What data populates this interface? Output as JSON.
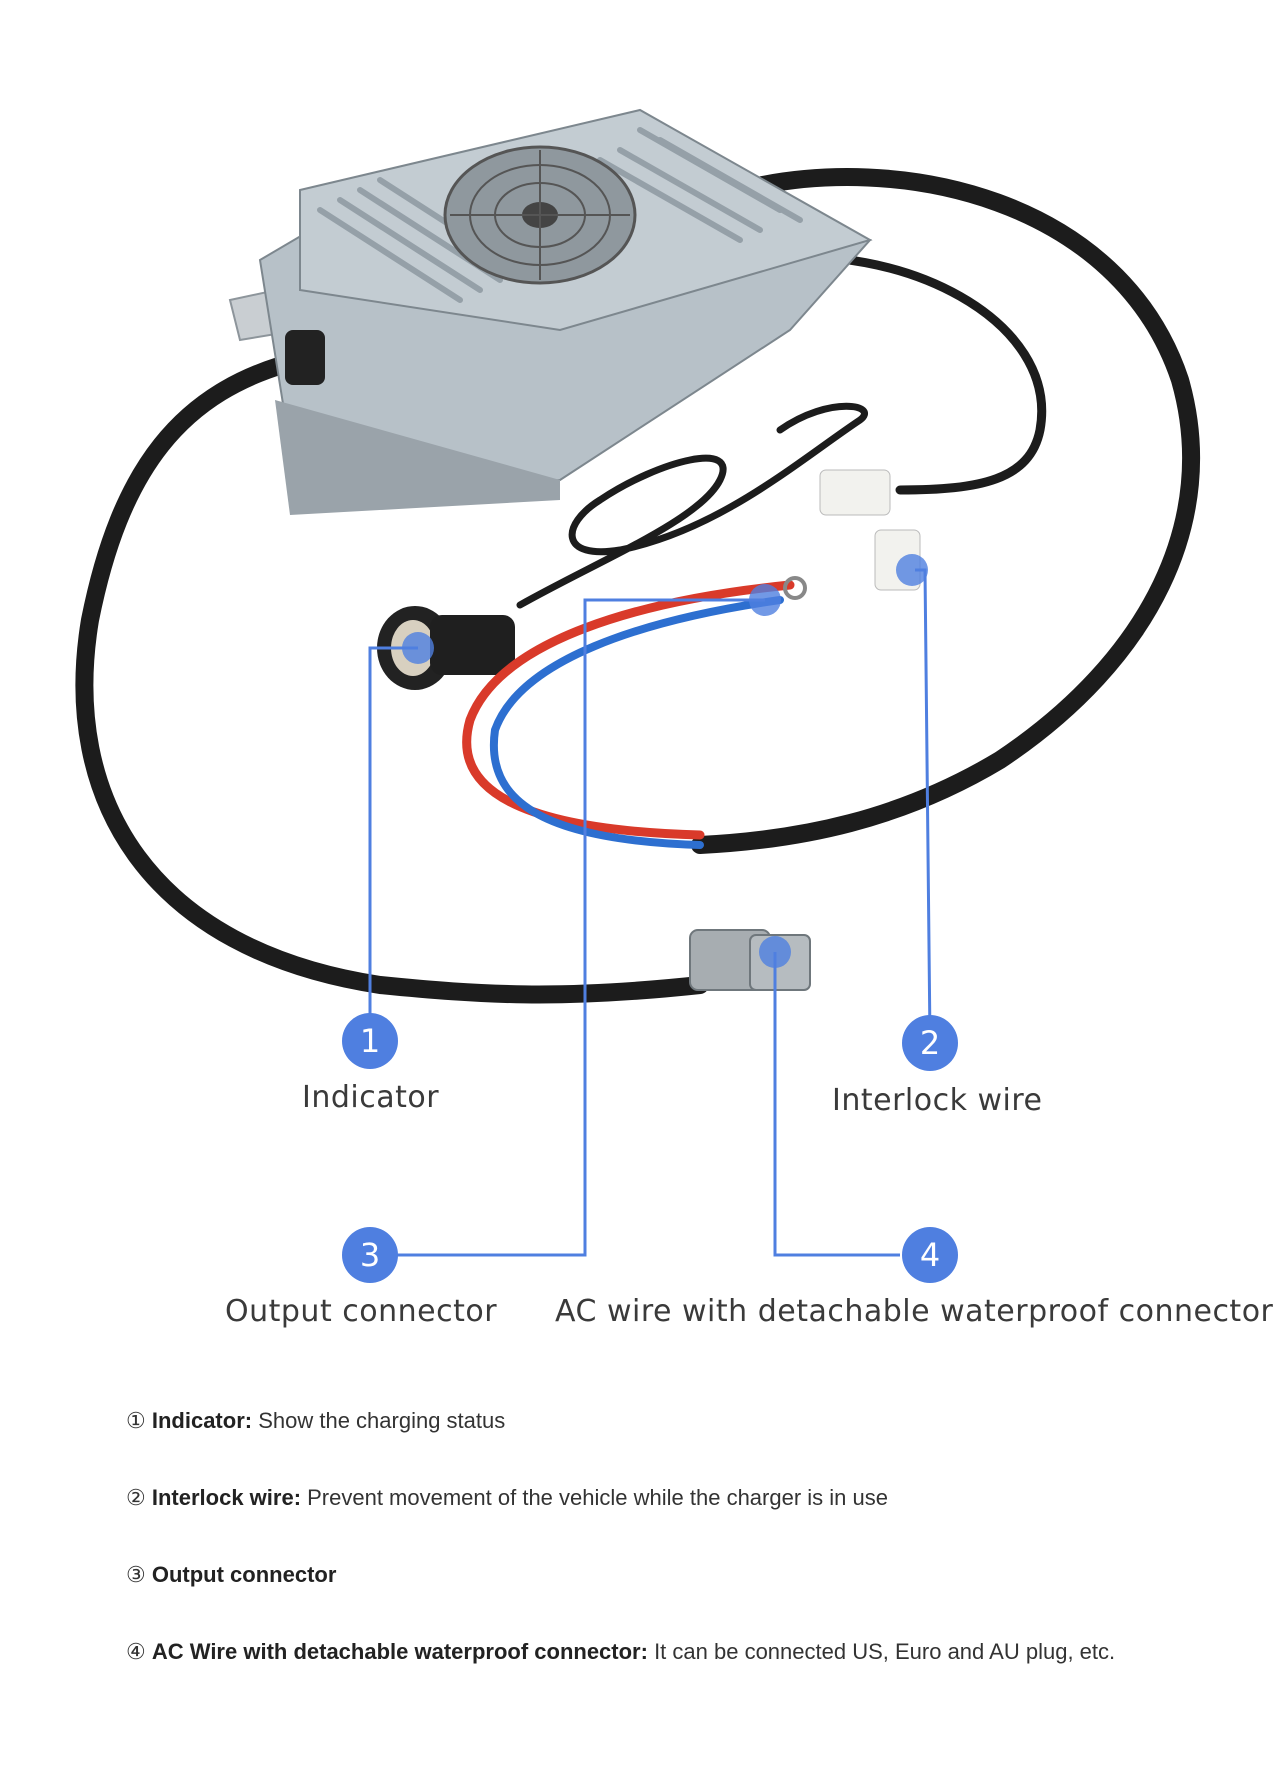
{
  "callouts": [
    {
      "num": "1",
      "label": "Indicator"
    },
    {
      "num": "2",
      "label": "Interlock wire"
    },
    {
      "num": "3",
      "label": "Output connector"
    },
    {
      "num": "4",
      "label": "AC wire with detachable waterproof connector"
    }
  ],
  "descriptions": [
    {
      "mark": "①",
      "title": "Indicator:",
      "text": " Show the charging status"
    },
    {
      "mark": "②",
      "title": "Interlock wire:",
      "text": " Prevent movement of the vehicle while the charger is in use"
    },
    {
      "mark": "③",
      "title": "Output connector",
      "text": ""
    },
    {
      "mark": "④",
      "title": "AC Wire with detachable waterproof connector:",
      "text": " It can be connected US, Euro and AU plug, etc."
    }
  ],
  "colors": {
    "accent": "#4f7fe0",
    "red_wire": "#d93a2a",
    "blue_wire": "#2d6fd0",
    "cable": "#1c1c1c",
    "housing": "#a9b4bc"
  }
}
